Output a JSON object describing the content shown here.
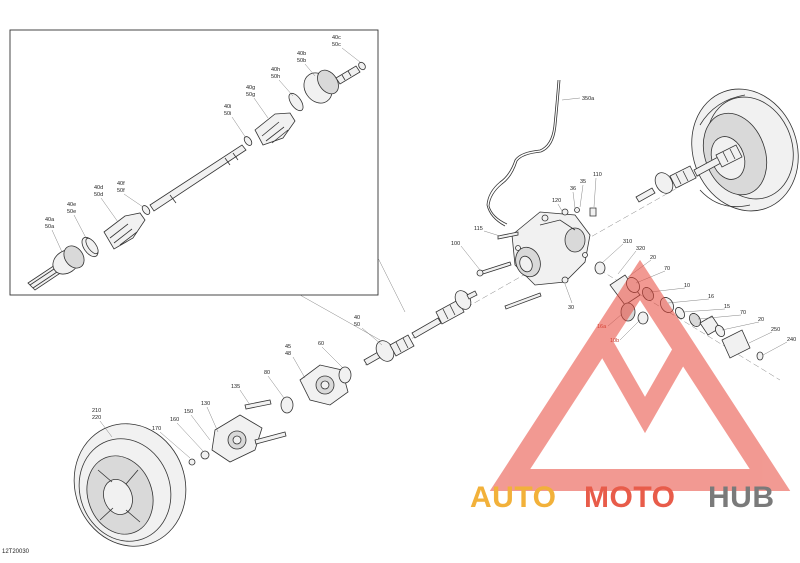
{
  "drawing_code": "12T20030",
  "inset_labels": [
    {
      "id": "40a",
      "lines": [
        "40a",
        "50a"
      ]
    },
    {
      "id": "40e",
      "lines": [
        "40e",
        "50e"
      ]
    },
    {
      "id": "40d",
      "lines": [
        "40d",
        "50d"
      ]
    },
    {
      "id": "40f",
      "lines": [
        "40f",
        "50f"
      ]
    },
    {
      "id": "40i",
      "lines": [
        "40i",
        "50i"
      ]
    },
    {
      "id": "40g",
      "lines": [
        "40g",
        "50g"
      ]
    },
    {
      "id": "40h",
      "lines": [
        "40h",
        "50h"
      ]
    },
    {
      "id": "40b",
      "lines": [
        "40b",
        "50b"
      ]
    },
    {
      "id": "40c",
      "lines": [
        "40c",
        "50c"
      ]
    }
  ],
  "main_labels": [
    {
      "id": "350a",
      "lines": [
        "350a"
      ]
    },
    {
      "id": "120",
      "lines": [
        "120"
      ]
    },
    {
      "id": "36",
      "lines": [
        "36"
      ]
    },
    {
      "id": "35",
      "lines": [
        "35"
      ]
    },
    {
      "id": "110",
      "lines": [
        "110"
      ]
    },
    {
      "id": "115",
      "lines": [
        "115"
      ]
    },
    {
      "id": "100",
      "lines": [
        "100"
      ]
    },
    {
      "id": "310",
      "lines": [
        "310"
      ]
    },
    {
      "id": "320",
      "lines": [
        "320"
      ]
    },
    {
      "id": "20a",
      "lines": [
        "20"
      ]
    },
    {
      "id": "70a",
      "lines": [
        "70"
      ]
    },
    {
      "id": "10",
      "lines": [
        "10"
      ]
    },
    {
      "id": "16",
      "lines": [
        "16"
      ]
    },
    {
      "id": "15",
      "lines": [
        "15"
      ]
    },
    {
      "id": "70b",
      "lines": [
        "70"
      ]
    },
    {
      "id": "20b",
      "lines": [
        "20"
      ]
    },
    {
      "id": "250",
      "lines": [
        "250"
      ]
    },
    {
      "id": "240",
      "lines": [
        "240"
      ]
    },
    {
      "id": "30",
      "lines": [
        "30"
      ]
    },
    {
      "id": "16a",
      "lines": [
        "16a"
      ]
    },
    {
      "id": "10b",
      "lines": [
        "10b"
      ]
    },
    {
      "id": "40m",
      "lines": [
        "40",
        "50"
      ]
    },
    {
      "id": "45",
      "lines": [
        "45",
        "48"
      ]
    },
    {
      "id": "60",
      "lines": [
        "60"
      ]
    },
    {
      "id": "80",
      "lines": [
        "80"
      ]
    },
    {
      "id": "135",
      "lines": [
        "135"
      ]
    },
    {
      "id": "130",
      "lines": [
        "130"
      ]
    },
    {
      "id": "150",
      "lines": [
        "150"
      ]
    },
    {
      "id": "160",
      "lines": [
        "160"
      ]
    },
    {
      "id": "170",
      "lines": [
        "170"
      ]
    },
    {
      "id": "210",
      "lines": [
        "210",
        "220"
      ]
    }
  ],
  "watermark": {
    "parts": [
      "AUTO",
      "MOTO",
      "HUB"
    ],
    "colors": {
      "auto": "#f2b13a",
      "moto": "#e85c4a",
      "hub": "#7a7a7a",
      "logo": "#e8473a"
    }
  }
}
